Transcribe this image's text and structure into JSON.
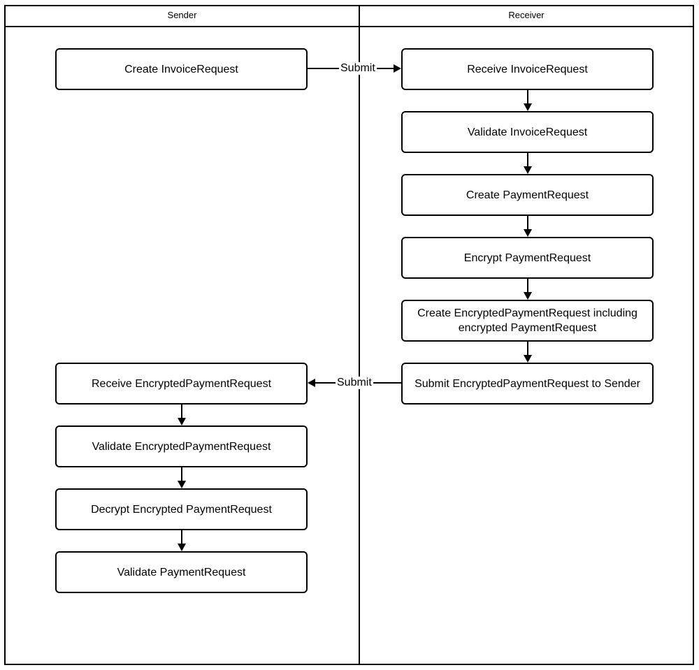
{
  "diagram": {
    "type": "swimlane-flowchart",
    "lanes": [
      {
        "id": "sender",
        "title": "Sender"
      },
      {
        "id": "receiver",
        "title": "Receiver"
      }
    ],
    "nodes": {
      "sender": [
        {
          "id": "create-invoicerequest",
          "label": "Create InvoiceRequest"
        },
        {
          "id": "receive-encryptedpaymentrequest",
          "label": "Receive EncryptedPaymentRequest"
        },
        {
          "id": "validate-encryptedpaymentrequest",
          "label": "Validate EncryptedPaymentRequest"
        },
        {
          "id": "decrypt-encrypted-paymentrequest",
          "label": "Decrypt Encrypted PaymentRequest"
        },
        {
          "id": "validate-paymentrequest",
          "label": "Validate PaymentRequest"
        }
      ],
      "receiver": [
        {
          "id": "receive-invoicerequest",
          "label": "Receive InvoiceRequest"
        },
        {
          "id": "validate-invoicerequest",
          "label": "Validate InvoiceRequest"
        },
        {
          "id": "create-paymentrequest",
          "label": "Create PaymentRequest"
        },
        {
          "id": "encrypt-paymentrequest",
          "label": "Encrypt PaymentRequest"
        },
        {
          "id": "create-encryptedpaymentrequest",
          "label": "Create EncryptedPaymentRequest including\nencrypted PaymentRequest"
        },
        {
          "id": "submit-encryptedpaymentrequest",
          "label": "Submit EncryptedPaymentRequest to Sender"
        }
      ]
    },
    "edge_labels": {
      "submit_to_receiver": "Submit",
      "submit_to_sender": "Submit"
    },
    "colors": {
      "stroke": "#000000",
      "fill": "#ffffff",
      "text": "#000000"
    }
  }
}
